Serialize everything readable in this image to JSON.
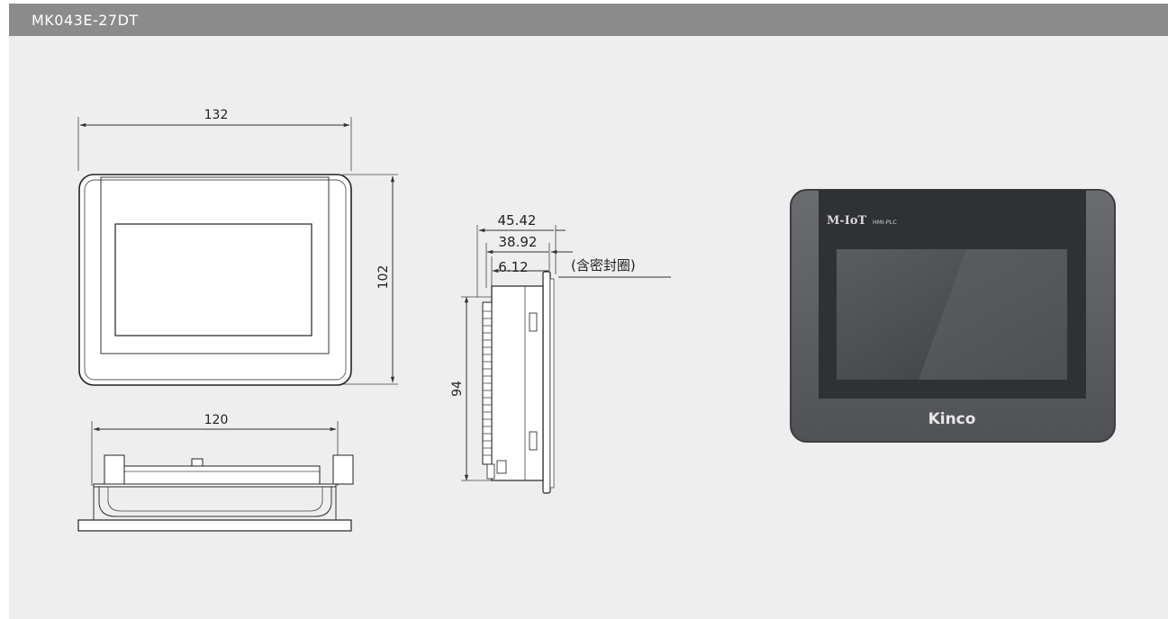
{
  "header": {
    "title": "MK043E-27DT"
  },
  "front_view": {
    "width_dim": "132",
    "height_dim": "102"
  },
  "bottom_view": {
    "width_dim": "120"
  },
  "side_view": {
    "depth_total": "45.42",
    "depth_body": "38.92",
    "depth_panel": "6.12",
    "seal_note": "(含密封圈)",
    "height_dim": "94"
  },
  "product_photo": {
    "logo_text": "M-IoT",
    "logo_sub": "HMI-PLC",
    "brand": "Kinco"
  },
  "colors": {
    "header_bg": "#8b8b8b",
    "panel_bg": "#eeeeee",
    "device_frame": "#5c5e62"
  }
}
